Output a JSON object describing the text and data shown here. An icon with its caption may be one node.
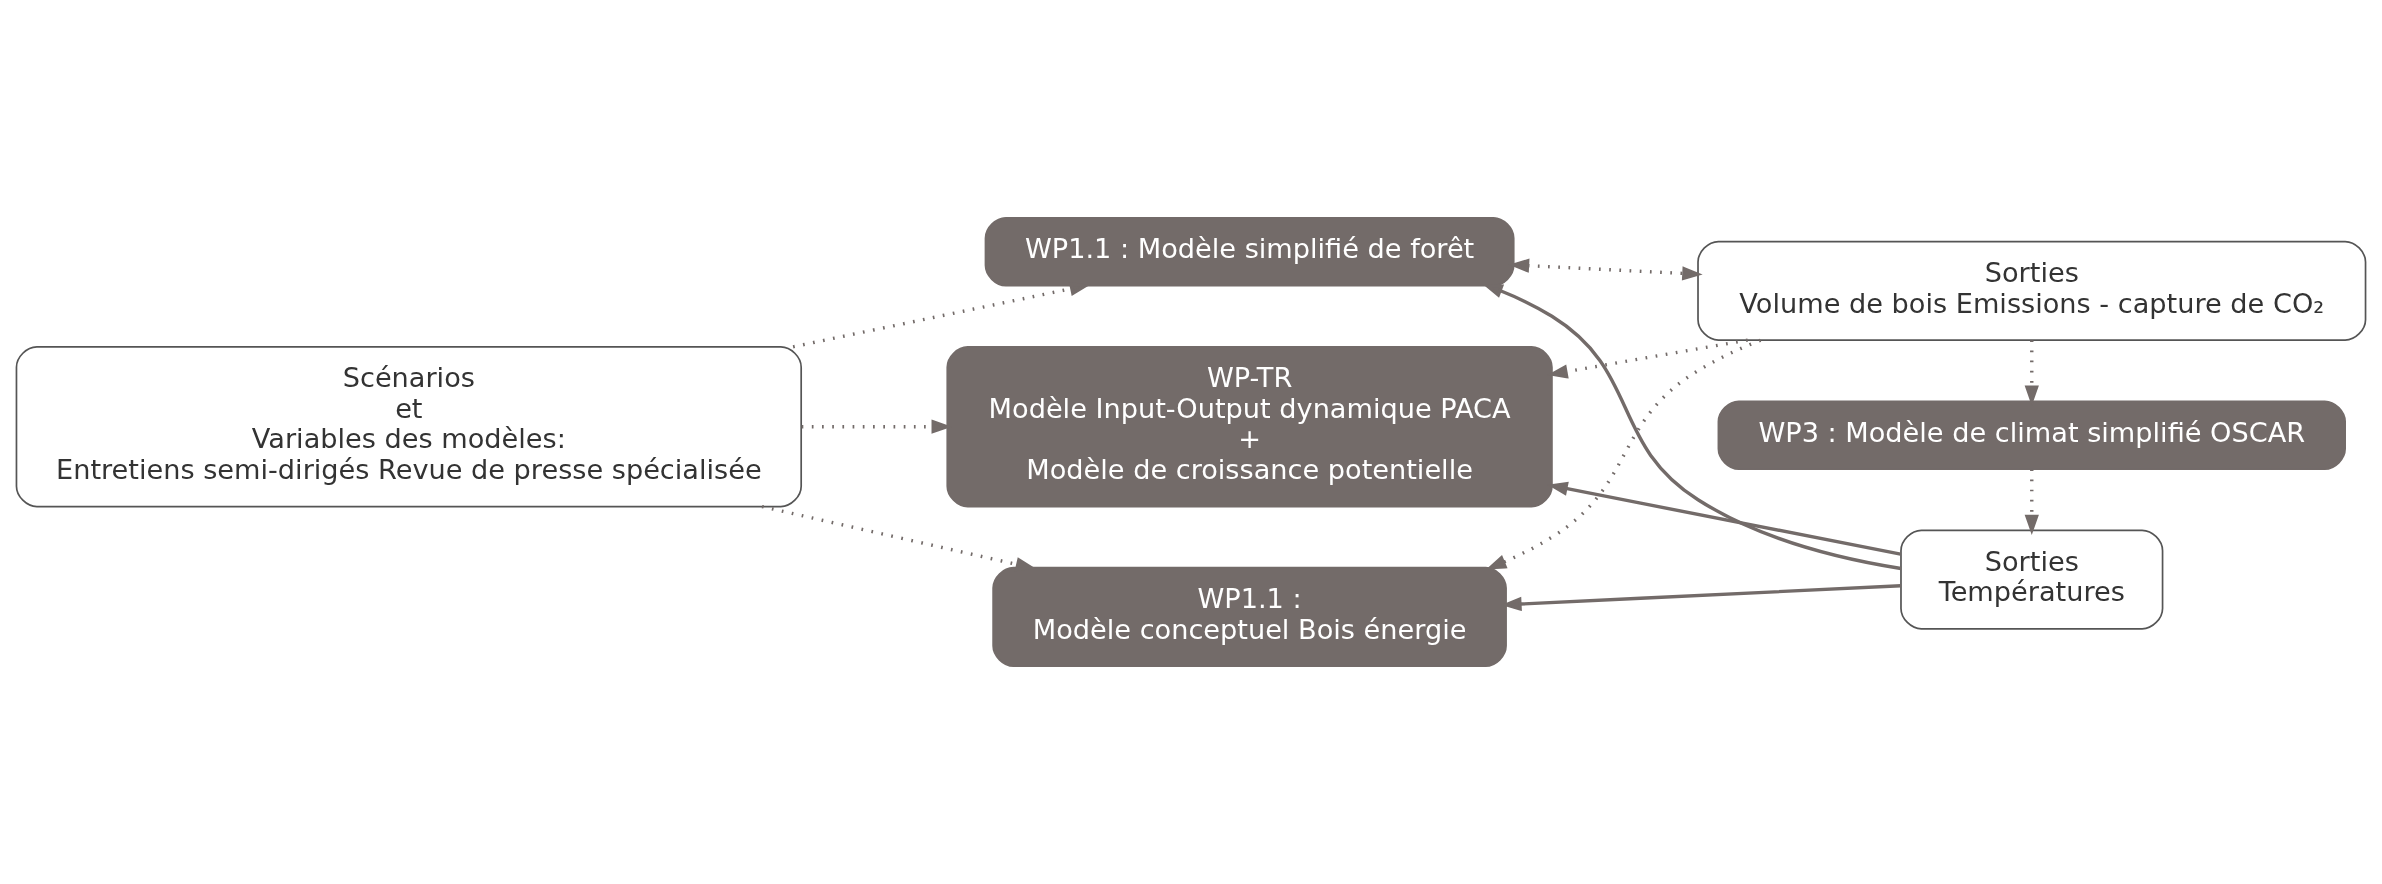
{
  "diagram": {
    "nodes": [
      {
        "text": [
          "Scénarios",
          "et",
          "Variables des modèles:",
          "Entretiens semi-dirigés Revue de presse spécialisée"
        ]
      },
      {
        "text": [
          "WP1.1 : Modèle simplifié de forêt"
        ]
      },
      {
        "text": [
          "Sorties",
          "Volume de bois Emissions - capture de CO₂"
        ]
      },
      {
        "text": [
          "WP-TR",
          "Modèle Input-Output dynamique PACA",
          "+",
          "Modèle de croissance potentielle"
        ]
      },
      {
        "text": [
          "WP3 : Modèle de climat simplifié OSCAR"
        ]
      },
      {
        "text": [
          "WP1.1 :",
          "Modèle conceptuel Bois énergie"
        ]
      },
      {
        "text": [
          "Sorties",
          "Températures"
        ]
      }
    ],
    "edges": [
      {
        "from": 0,
        "to": 1,
        "arrow": "to",
        "style": "dashed"
      },
      {
        "from": 0,
        "to": 3,
        "arrow": "to",
        "style": "dashed"
      },
      {
        "from": 0,
        "to": 5,
        "arrow": "to",
        "style": "dashed"
      },
      {
        "from": 1,
        "to": 2,
        "arrow": "both",
        "style": "dashed"
      },
      {
        "from": 2,
        "to": 3,
        "arrow": "to",
        "style": "dashed"
      },
      {
        "from": 2,
        "to": 5,
        "arrow": "to",
        "style": "dashed"
      },
      {
        "from": 2,
        "to": 4,
        "arrow": "to",
        "style": "dashed"
      },
      {
        "from": 4,
        "to": 6,
        "arrow": "to",
        "style": "dashed"
      },
      {
        "from": 6,
        "to": 1,
        "arrow": "to"
      },
      {
        "from": 6,
        "to": 3,
        "arrow": "to"
      },
      {
        "from": 6,
        "to": 5,
        "arrow": "to"
      }
    ]
  }
}
